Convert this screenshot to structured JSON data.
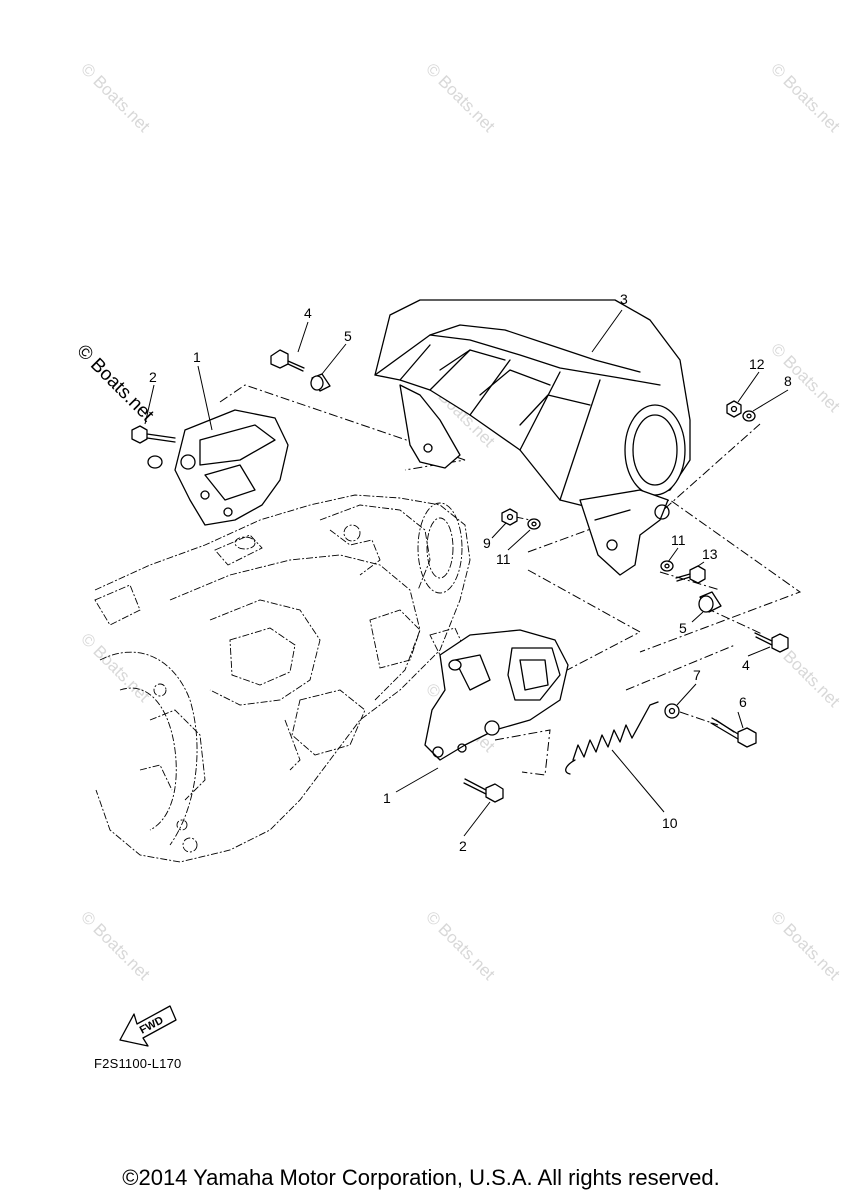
{
  "watermark": {
    "text": "© Boats.net"
  },
  "callouts": {
    "c1a": "1",
    "c1b": "1",
    "c2a": "2",
    "c2b": "2",
    "c3": "3",
    "c4a": "4",
    "c4b": "4",
    "c5a": "5",
    "c5b": "5",
    "c6": "6",
    "c7": "7",
    "c8": "8",
    "c9": "9",
    "c10": "10",
    "c11a": "11",
    "c11b": "11",
    "c12": "12",
    "c13": "13"
  },
  "fwd_label": "FWD",
  "diagram_code": "F2S1100-L170",
  "copyright": "©2014 Yamaha Motor Corporation, U.S.A. All rights reserved."
}
